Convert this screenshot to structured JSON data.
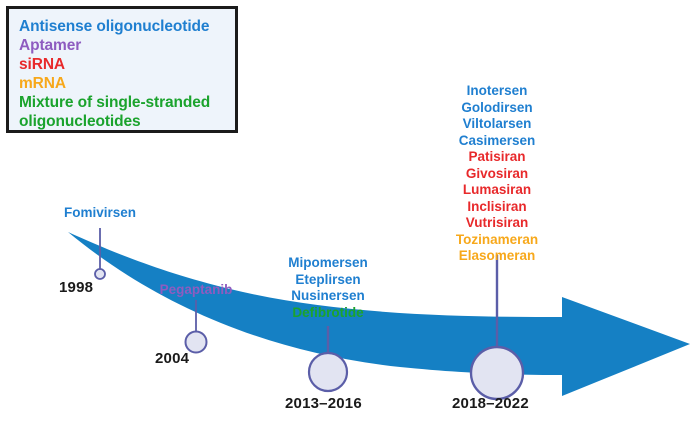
{
  "colors": {
    "antisense": "#1f7fd0",
    "aptamer": "#8e5cc0",
    "sirna": "#e8292b",
    "mrna": "#f7a81b",
    "mixture": "#1ba32d",
    "arrow_blue": "#1580c4",
    "node_fill": "#e2e4f2",
    "node_stroke": "#5b5ea8",
    "connector": "#5b5ea8",
    "year_text": "#1a1a1a",
    "legend_bg": "#eef4fb",
    "legend_border": "#1b1b1b"
  },
  "legend": {
    "items": [
      {
        "label": "Antisense oligonucleotide",
        "color_key": "antisense"
      },
      {
        "label": "Aptamer",
        "color_key": "aptamer"
      },
      {
        "label": "siRNA",
        "color_key": "sirna"
      },
      {
        "label": "mRNA",
        "color_key": "mrna"
      },
      {
        "label": "Mixture of single-stranded",
        "color_key": "mixture"
      },
      {
        "label": "oligonucleotides",
        "color_key": "mixture"
      }
    ]
  },
  "timeline": {
    "milestones": [
      {
        "year": "1998",
        "drugs": [
          {
            "name": "Fomivirsen",
            "color_key": "antisense"
          }
        ]
      },
      {
        "year": "2004",
        "drugs": [
          {
            "name": "Pegaptanib",
            "color_key": "aptamer"
          }
        ]
      },
      {
        "year": "2013–2016",
        "drugs": [
          {
            "name": "Mipomersen",
            "color_key": "antisense"
          },
          {
            "name": "Eteplirsen",
            "color_key": "antisense"
          },
          {
            "name": "Nusinersen",
            "color_key": "antisense"
          },
          {
            "name": "Defibrotide",
            "color_key": "mixture"
          }
        ]
      },
      {
        "year": "2018–2022",
        "drugs": [
          {
            "name": "Inotersen",
            "color_key": "antisense"
          },
          {
            "name": "Golodirsen",
            "color_key": "antisense"
          },
          {
            "name": "Viltolarsen",
            "color_key": "antisense"
          },
          {
            "name": "Casimersen",
            "color_key": "antisense"
          },
          {
            "name": "Patisiran",
            "color_key": "sirna"
          },
          {
            "name": "Givosiran",
            "color_key": "sirna"
          },
          {
            "name": "Lumasiran",
            "color_key": "sirna"
          },
          {
            "name": "Inclisiran",
            "color_key": "sirna"
          },
          {
            "name": "Vutrisiran",
            "color_key": "sirna"
          },
          {
            "name": "Tozinameran",
            "color_key": "mrna"
          },
          {
            "name": "Elasomeran",
            "color_key": "mrna"
          }
        ]
      }
    ]
  }
}
